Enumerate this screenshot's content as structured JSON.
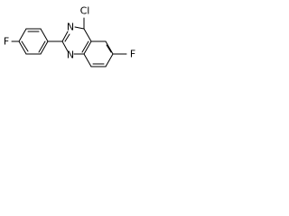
{
  "molecule": {
    "atoms": {
      "fluoro_phenyl": "F",
      "ring_n_top": "N",
      "ring_n_bottom": "N",
      "chloro": "Cl",
      "fluoro_benzo": "F"
    }
  }
}
